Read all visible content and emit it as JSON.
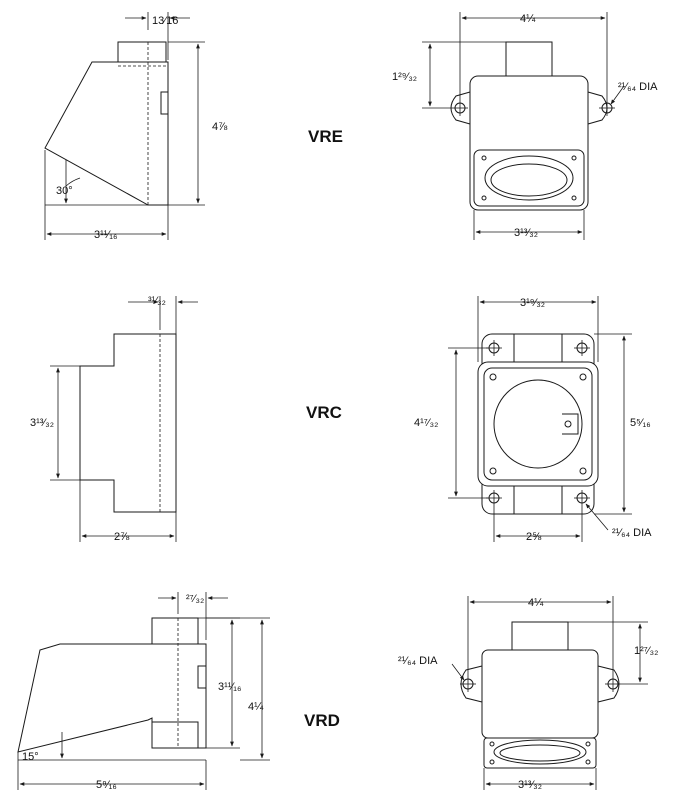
{
  "rows": [
    {
      "model_label": "VRE",
      "side": {
        "top_offset": "13⁄16",
        "height": "4⅞",
        "width": "3¹¹⁄₁₆",
        "angle": "30°"
      },
      "front": {
        "width": "4¼",
        "hole_height": "1²⁹⁄₃₂",
        "hole_dia": "²¹⁄₆₄ DIA",
        "bottom_width": "3¹³⁄₃₂"
      }
    },
    {
      "model_label": "VRC",
      "side": {
        "top_offset": "³¹⁄₃₂",
        "height": "3¹³⁄₃₂",
        "width": "2⅞"
      },
      "front": {
        "width": "3¹⁹⁄₃₂",
        "height_inner": "4¹⁷⁄₃₂",
        "height_outer": "5⁵⁄₁₆",
        "bottom_width": "2⅝",
        "hole_dia": "²¹⁄₆₄ DIA"
      }
    },
    {
      "model_label": "VRD",
      "side": {
        "top_offset": "²⁷⁄₃₂",
        "inner_height": "3¹¹⁄₁₆",
        "height": "4¼",
        "angle": "15°",
        "width": "5⁹⁄₁₆"
      },
      "front": {
        "width": "4¼",
        "hole_dia": "²¹⁄₆₄ DIA",
        "hole_height": "1²⁷⁄₃₂",
        "bottom_width": "3¹³⁄₃₂"
      }
    }
  ]
}
